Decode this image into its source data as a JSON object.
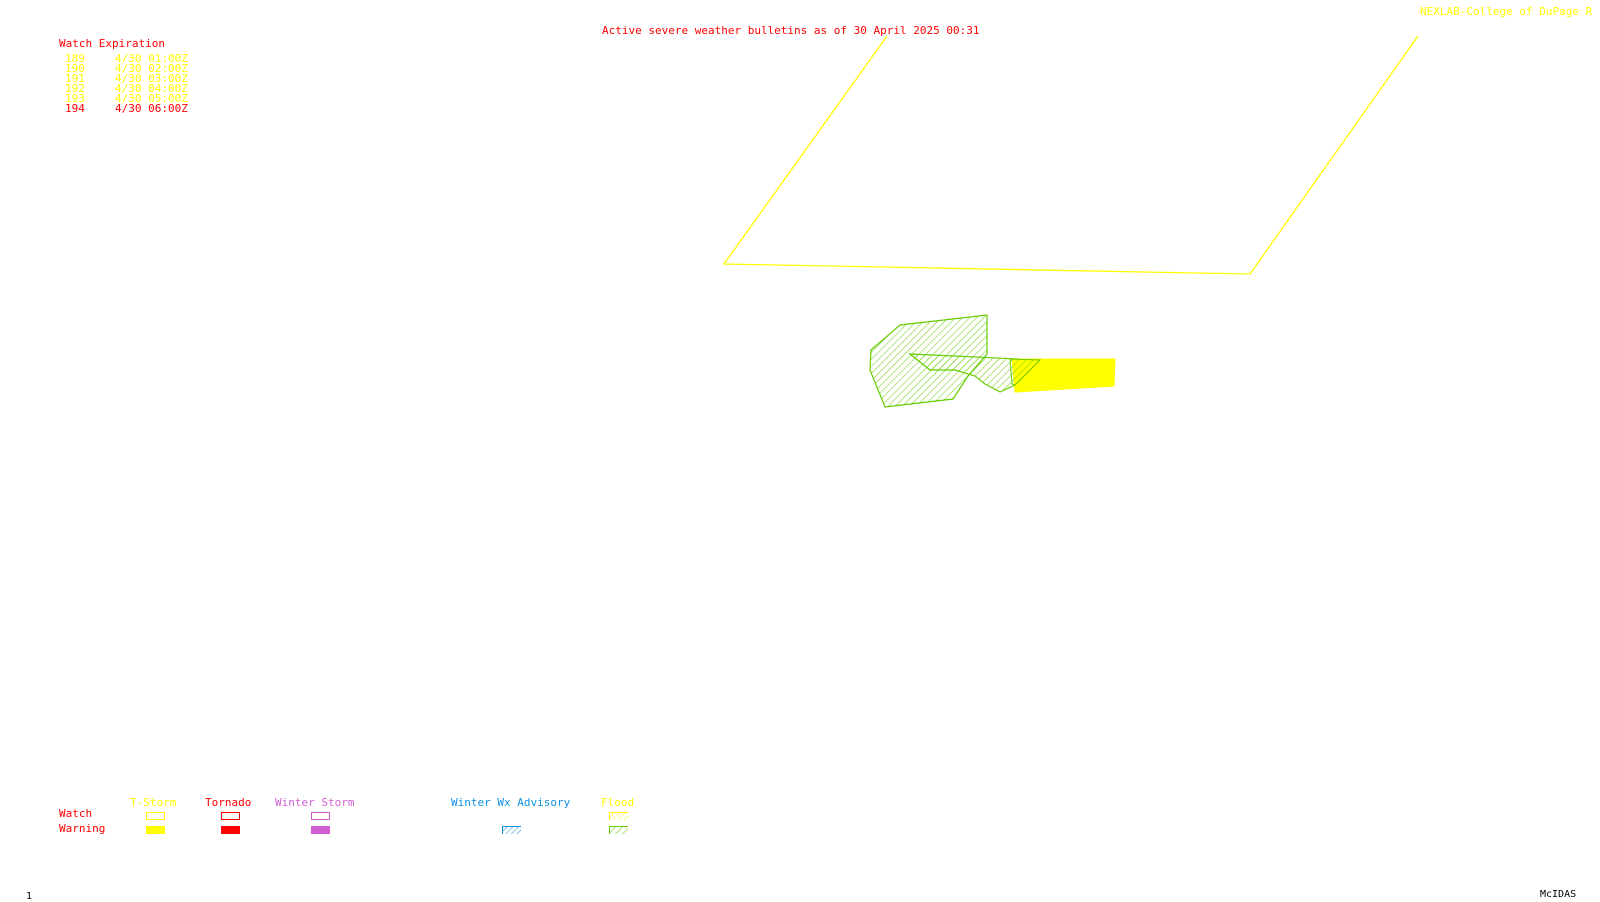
{
  "header": {
    "title": "Active severe weather bulletins as of 30 April 2025 00:31",
    "credit": "NEXLAB-College of DuPage R"
  },
  "watch_table": {
    "heading": "Watch Expiration",
    "rows": [
      {
        "number": "189",
        "expires": "4/30 01:00Z",
        "color": "#ffff00"
      },
      {
        "number": "190",
        "expires": "4/30 02:00Z",
        "color": "#ffff00"
      },
      {
        "number": "191",
        "expires": "4/30 03:00Z",
        "color": "#ffff00"
      },
      {
        "number": "192",
        "expires": "4/30 04:00Z",
        "color": "#ffff00"
      },
      {
        "number": "193",
        "expires": "4/30 05:00Z",
        "color": "#ffff00"
      },
      {
        "number": "194",
        "expires": "4/30 06:00Z",
        "color": "#ff0000"
      }
    ]
  },
  "legend": {
    "row_labels": {
      "watch": "Watch",
      "warning": "Warning"
    },
    "categories": [
      {
        "label": "T-Storm",
        "color": "#ffff00",
        "watch_style": "outline",
        "warning_style": "solid"
      },
      {
        "label": "Tornado",
        "color": "#ff0000",
        "watch_style": "outline",
        "warning_style": "solid"
      },
      {
        "label": "Winter Storm",
        "color": "#d060d0",
        "watch_style": "outline",
        "warning_style": "solid"
      },
      {
        "label": "Winter Wx Advisory",
        "color": "#1090e0",
        "warning_style": "hatched"
      },
      {
        "label": "Flood",
        "color": "#ffff00",
        "hatch_color": "#66cc00",
        "watch_style": "hatched",
        "warning_style": "hatched"
      }
    ]
  },
  "footer": {
    "frame_number": "1",
    "software": "McIDAS"
  },
  "colors": {
    "tstorm_watch": "#ffff00",
    "tstorm_warning": "#ffff00",
    "flood_warning": "#66cc00",
    "text_red": "#ff0000",
    "background": "#ffffff"
  }
}
